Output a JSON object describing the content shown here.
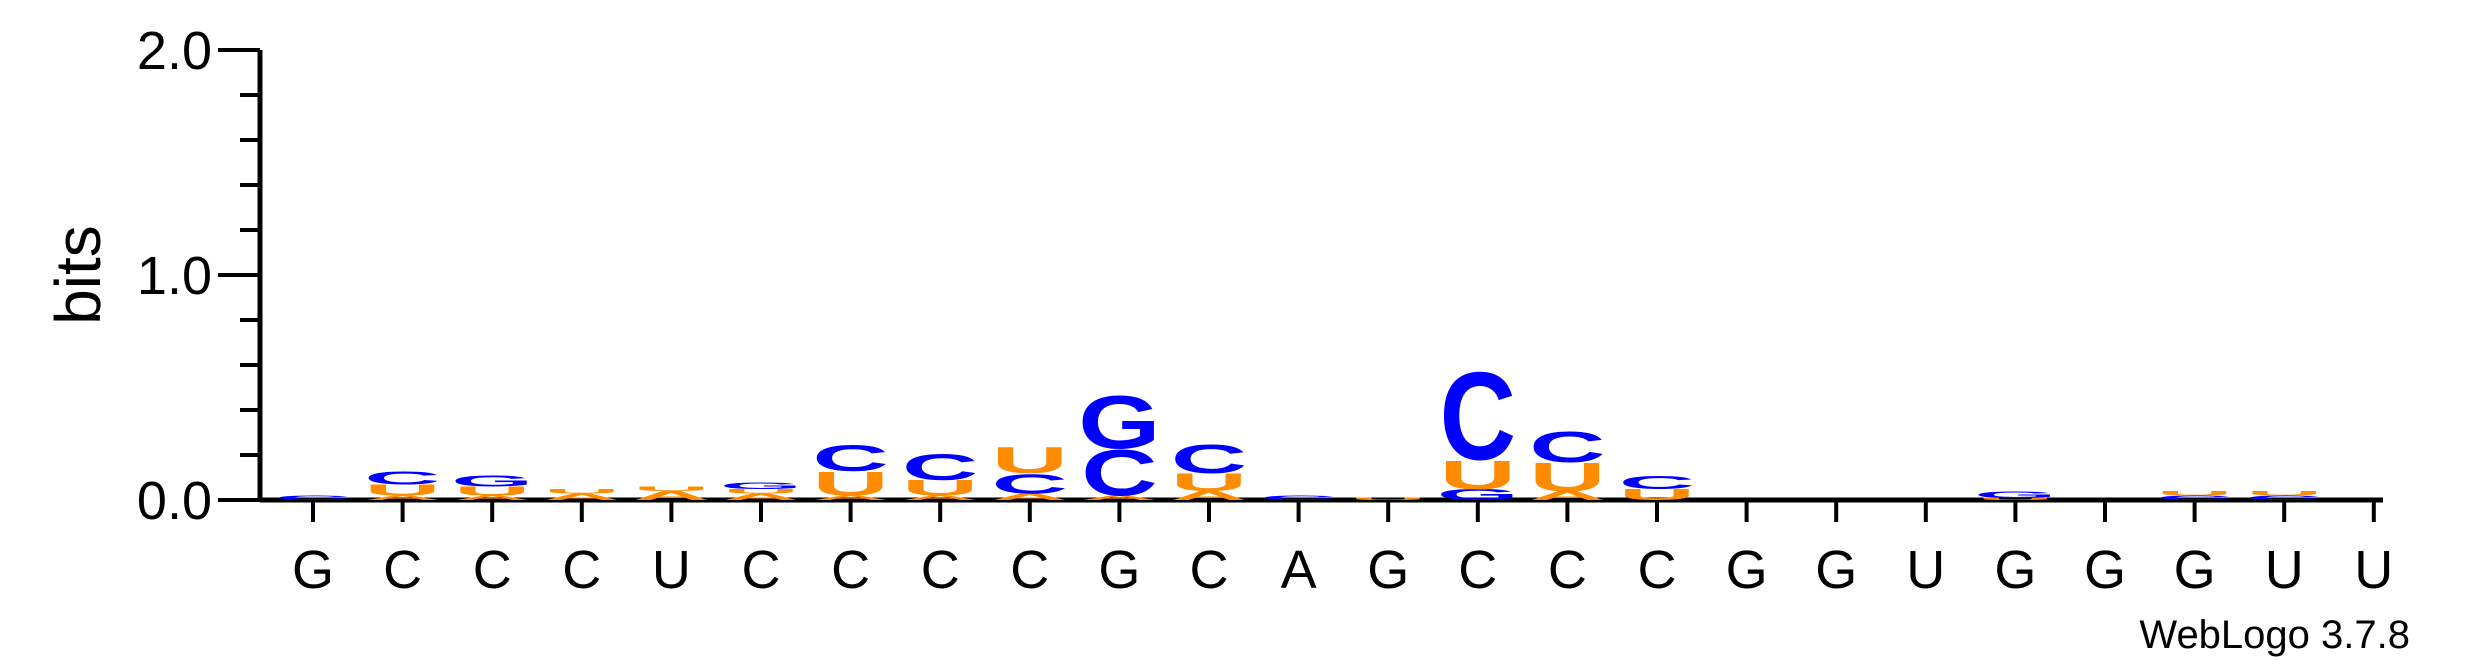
{
  "chart_data": {
    "type": "sequence_logo",
    "ylabel": "bits",
    "ylim": [
      0,
      2.0
    ],
    "yticks": [
      "0.0",
      "1.0",
      "2.0"
    ],
    "positions": [
      "G",
      "C",
      "C",
      "C",
      "U",
      "C",
      "C",
      "C",
      "C",
      "G",
      "C",
      "A",
      "G",
      "C",
      "C",
      "C",
      "G",
      "G",
      "U",
      "G",
      "G",
      "G",
      "U",
      "U"
    ],
    "colors": {
      "A": "#FF8C00",
      "C": "#0000FF",
      "G": "#0000FF",
      "U": "#FF8C00"
    },
    "stacks": [
      [
        {
          "l": "C",
          "h": 0.02
        }
      ],
      [
        {
          "l": "A",
          "h": 0.02
        },
        {
          "l": "U",
          "h": 0.05
        },
        {
          "l": "C",
          "h": 0.06
        }
      ],
      [
        {
          "l": "A",
          "h": 0.02
        },
        {
          "l": "U",
          "h": 0.04
        },
        {
          "l": "G",
          "h": 0.05
        }
      ],
      [
        {
          "l": "A",
          "h": 0.03
        },
        {
          "l": "U",
          "h": 0.02
        }
      ],
      [
        {
          "l": "A",
          "h": 0.04
        },
        {
          "l": "U",
          "h": 0.02
        }
      ],
      [
        {
          "l": "A",
          "h": 0.03
        },
        {
          "l": "U",
          "h": 0.02
        },
        {
          "l": "G",
          "h": 0.03
        }
      ],
      [
        {
          "l": "A",
          "h": 0.02
        },
        {
          "l": "U",
          "h": 0.11
        },
        {
          "l": "C",
          "h": 0.12
        }
      ],
      [
        {
          "l": "A",
          "h": 0.02
        },
        {
          "l": "U",
          "h": 0.07
        },
        {
          "l": "C",
          "h": 0.12
        }
      ],
      [
        {
          "l": "A",
          "h": 0.03
        },
        {
          "l": "C",
          "h": 0.09
        },
        {
          "l": "U",
          "h": 0.12
        }
      ],
      [
        {
          "l": "A",
          "h": 0.02
        },
        {
          "l": "C",
          "h": 0.21
        },
        {
          "l": "G",
          "h": 0.24
        }
      ],
      [
        {
          "l": "A",
          "h": 0.04
        },
        {
          "l": "U",
          "h": 0.08
        },
        {
          "l": "C",
          "h": 0.13
        }
      ],
      [
        {
          "l": "C",
          "h": 0.02
        }
      ],
      [
        {
          "l": "U",
          "h": 0.01
        }
      ],
      [
        {
          "l": "G",
          "h": 0.05
        },
        {
          "l": "U",
          "h": 0.13
        },
        {
          "l": "C",
          "h": 0.4
        }
      ],
      [
        {
          "l": "A",
          "h": 0.04
        },
        {
          "l": "U",
          "h": 0.13
        },
        {
          "l": "C",
          "h": 0.14
        }
      ],
      [
        {
          "l": "U",
          "h": 0.05
        },
        {
          "l": "C",
          "h": 0.06
        }
      ],
      [],
      [],
      [],
      [
        {
          "l": "U",
          "h": 0.01
        },
        {
          "l": "G",
          "h": 0.03
        }
      ],
      [],
      [
        {
          "l": "C",
          "h": 0.02
        },
        {
          "l": "U",
          "h": 0.02
        }
      ],
      [
        {
          "l": "C",
          "h": 0.02
        },
        {
          "l": "U",
          "h": 0.02
        }
      ],
      []
    ]
  },
  "credit": "WebLogo 3.7.8"
}
